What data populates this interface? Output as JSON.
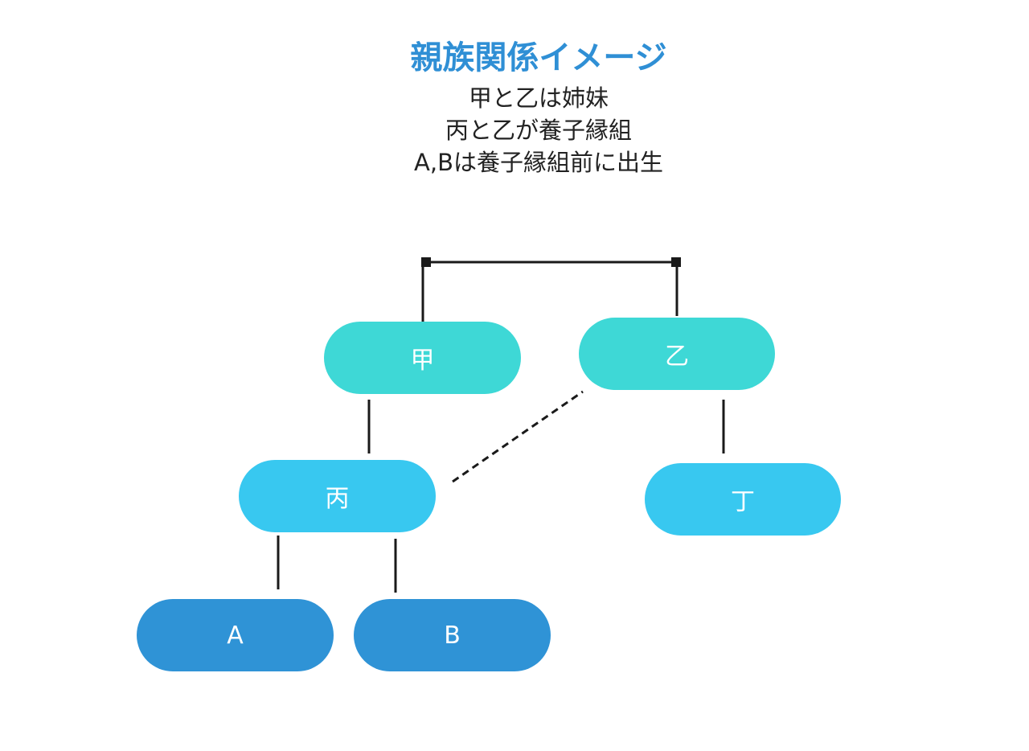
{
  "title": "親族関係イメージ",
  "subtitle_lines": [
    "甲と乙は姉妹",
    "丙と乙が養子縁組",
    "A,Bは養子縁組前に出生"
  ],
  "nodes": {
    "kou": "甲",
    "otsu": "乙",
    "hei": "丙",
    "tei": "丁",
    "a": "A",
    "b": "B"
  },
  "colors": {
    "title": "#2f8fd5",
    "generation_1": "#3ed8d6",
    "generation_2": "#38c8f0",
    "generation_3": "#2f93d6",
    "connector": "#1a1a1a"
  }
}
